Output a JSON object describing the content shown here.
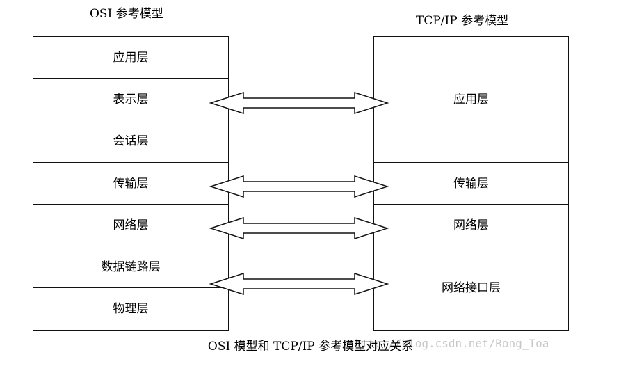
{
  "osi": {
    "title": "OSI 参考模型",
    "layers": [
      "应用层",
      "表示层",
      "会话层",
      "传输层",
      "网络层",
      "数据链路层",
      "物理层"
    ]
  },
  "tcpip": {
    "title": "TCP/IP 参考模型",
    "layers": [
      "应用层",
      "传输层",
      "网络层",
      "网络接口层"
    ]
  },
  "caption": "OSI 模型和 TCP/IP 参考模型对应关系",
  "watermark": "http://blog.csdn.net/Rong_Toa",
  "colors": {
    "border": "#111111",
    "watermark": "#c8c8c8"
  }
}
